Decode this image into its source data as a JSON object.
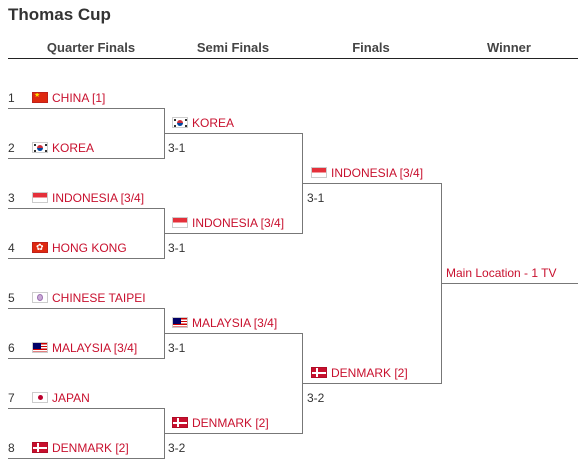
{
  "title": "Thomas Cup",
  "headers": {
    "quarter": "Quarter Finals",
    "semi": "Semi Finals",
    "finals": "Finals",
    "winner": "Winner"
  },
  "quarter_finals": [
    {
      "seed": "1",
      "team": "CHINA [1]",
      "flag": "china-flag"
    },
    {
      "seed": "2",
      "team": "KOREA",
      "flag": "korea-flag"
    },
    {
      "seed": "3",
      "team": "INDONESIA [3/4]",
      "flag": "indonesia-flag"
    },
    {
      "seed": "4",
      "team": "HONG KONG",
      "flag": "hong-kong-flag"
    },
    {
      "seed": "5",
      "team": "CHINESE TAIPEI",
      "flag": "chinese-taipei-flag"
    },
    {
      "seed": "6",
      "team": "MALAYSIA [3/4]",
      "flag": "malaysia-flag"
    },
    {
      "seed": "7",
      "team": "JAPAN",
      "flag": "japan-flag"
    },
    {
      "seed": "8",
      "team": "DENMARK [2]",
      "flag": "denmark-flag"
    }
  ],
  "semi_finals": [
    {
      "team": "KOREA",
      "flag": "korea-flag",
      "score": "3-1"
    },
    {
      "team": "INDONESIA [3/4]",
      "flag": "indonesia-flag",
      "score": "3-1"
    },
    {
      "team": "MALAYSIA [3/4]",
      "flag": "malaysia-flag",
      "score": "3-1"
    },
    {
      "team": "DENMARK [2]",
      "flag": "denmark-flag",
      "score": "3-2"
    }
  ],
  "finals": [
    {
      "team": "INDONESIA [3/4]",
      "flag": "indonesia-flag",
      "score": "3-1"
    },
    {
      "team": "DENMARK [2]",
      "flag": "denmark-flag",
      "score": "3-2"
    }
  ],
  "winner": {
    "text": "Main Location - 1 TV"
  }
}
